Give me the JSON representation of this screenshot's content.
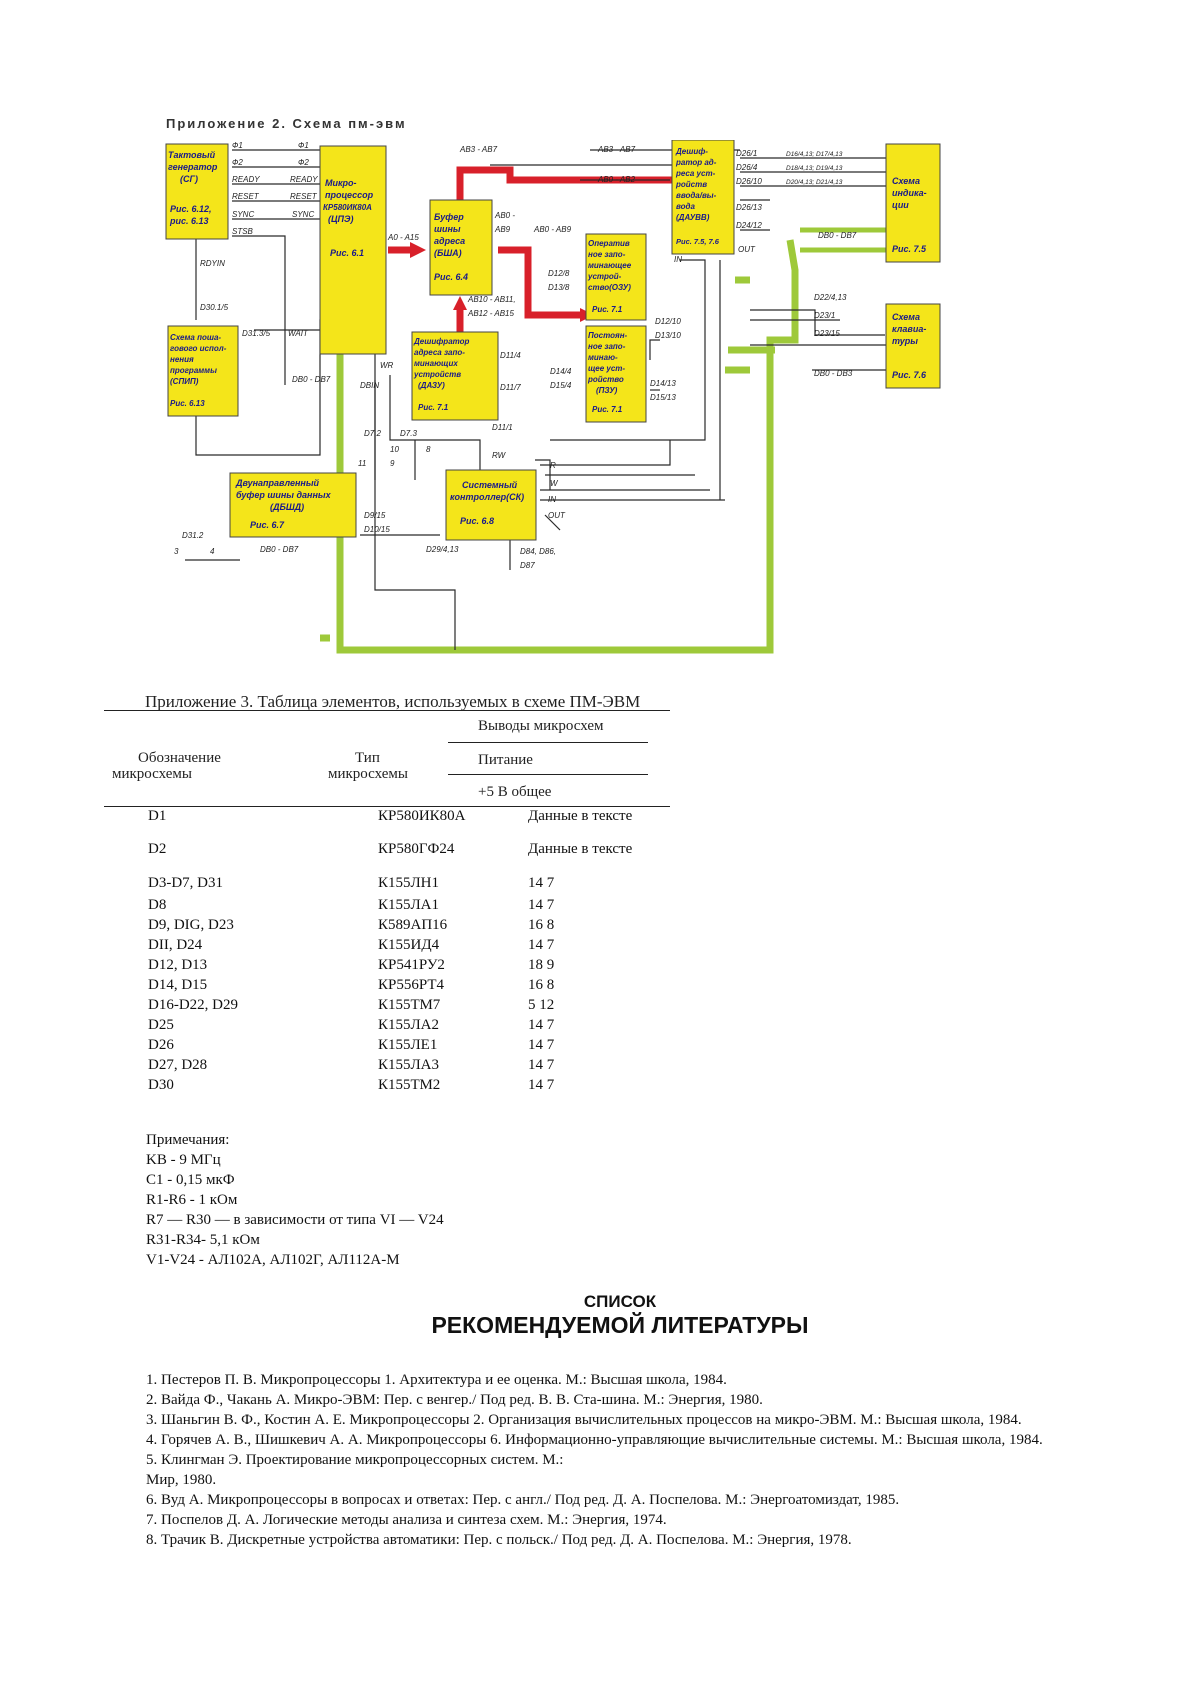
{
  "appendix2": {
    "caption": "Приложение 2. Схема пм-эвм",
    "blocks": {
      "clock": [
        "Тактовый",
        "генератор",
        "(СГ)",
        "Рис. 6.12,",
        "рис. 6.13"
      ],
      "cpu": [
        "Микро-",
        "процессор",
        "КР580ИК80А",
        "(ЦПЭ)",
        "Рис. 6.1"
      ],
      "step": [
        "Схема поша-",
        "гового испол-",
        "нения",
        "программы",
        "(СПИП)",
        "Рис. 6.13"
      ],
      "addrbuf": [
        "Буфер",
        "шины",
        "адреса",
        "(БША)",
        "Рис. 6.4"
      ],
      "ramdec": [
        "Дешифратор",
        "адреса запо-",
        "минающих",
        "устройств",
        "(ДАЗУ)",
        "Рис. 7.1"
      ],
      "ram": [
        "Оператив",
        "ное запо-",
        "минающее",
        "устрой-",
        "ство(ОЗУ)",
        "Рис. 7.1"
      ],
      "rom": [
        "Постоян-",
        "ное запо-",
        "минаю-",
        "щее уст-",
        "ройство",
        "(ПЗУ)",
        "Рис. 7.1"
      ],
      "iodec": [
        "Дешиф-",
        "ратор ад-",
        "реса уст-",
        "ройств",
        "ввода/вы-",
        "вода",
        "(ДАУВВ)",
        "Рис. 7.5, 7.6"
      ],
      "display": [
        "Схема",
        "индика-",
        "ции",
        "Рис. 7.5"
      ],
      "keyboard": [
        "Схема",
        "клавиа-",
        "туры",
        "Рис. 7.6"
      ],
      "databuf": [
        "Двунаправленный",
        "буфер шины данных",
        "(ДБШД)",
        "Рис. 6.7"
      ],
      "sysctl": [
        "Системный",
        "контроллер(СК)",
        "Рис. 6.8"
      ]
    },
    "signals": {
      "f1": "Ф1",
      "f2": "Ф2",
      "ready": "READY",
      "reset": "RESET",
      "sync": "SYNC",
      "stsb": "STSB",
      "rdyin": "RDYIN",
      "wait": "WAIT",
      "d30_5": "D30.1/5",
      "d31_5": "D31.3/5",
      "a0a15": "A0 - A15",
      "ab3ab7a": "AB3 - AB7",
      "ab3ab7b": "AB3 - AB7",
      "ab0ab2": "AB0 - AB2",
      "ab0": "AB0 -",
      "ab9": "AB9",
      "ab0ab9": "AB0 - AB9",
      "ab10": "AB10 - AB11,",
      "ab12": "AB12 - AB15",
      "d12_8": "D12/8",
      "d13_8": "D13/8",
      "d11_4": "D11/4",
      "d11_7": "D11/7",
      "d14_4": "D14/4",
      "d15_4": "D15/4",
      "d12_10": "D12/10",
      "d13_10": "D13/10",
      "d14_13": "D14/13",
      "d15_13": "D15/13",
      "d26_1": "D26/1",
      "d26_4": "D26/4",
      "d26_10": "D26/10",
      "d26_13": "D26/13",
      "d24_12": "D24/12",
      "rd1": "D16/4,13; D17/4,13",
      "rd2": "D18/4,13; D19/4,13",
      "rd3": "D20/4,13; D21/4,13",
      "db0db7a": "DB0 - DB7",
      "db0db7b": "DB0 - DB7",
      "db0db7c": "DB0 - DB7",
      "db0db3": "DB0 - DB3",
      "d22": "D22/4,13",
      "d23_1": "D23/1",
      "d23_15": "D23/15",
      "in": "IN",
      "out": "OUT",
      "wr": "WR",
      "dbin": "DBIN",
      "rw": "RW",
      "d7_2": "D7.2",
      "d7_3": "D7.3",
      "n10": "10",
      "n9": "9",
      "n8": "8",
      "n11": "11",
      "d11_1": "D11/1",
      "r": "R",
      "w": "W",
      "inb": "IN",
      "outb": "OUT",
      "d9_15": "D9/15",
      "d10_15": "D10/15",
      "d29": "D29/4,13",
      "d84": "D84, D86,",
      "d87": "D87",
      "d31_2": "D31.2",
      "n3": "3",
      "n4": "4",
      "f1b": "Ф1",
      "f2b": "Ф2",
      "readyb": "READY",
      "resetb": "RESET",
      "syncb": "SYNC"
    }
  },
  "appendix3": {
    "title": "Приложение 3. Таблица элементов, используемых в схеме ПМ-ЭВМ",
    "headers": {
      "designation": "Обозначение",
      "designation2": "микросхемы",
      "type": "Тип",
      "type2": "микросхемы",
      "pins": "Выводы микросхем",
      "power": "Питание",
      "power_sub": "+5 В общее"
    },
    "rows": [
      {
        "d": "D1",
        "t": "КР580ИК80А",
        "p": "Данные в тексте"
      },
      {
        "d": "D2",
        "t": "КР580ГФ24",
        "p": "Данные в тексте"
      },
      {
        "d": "D3-D7, D31",
        "t": "К155ЛН1",
        "p": "14 7"
      },
      {
        "d": "D8",
        "t": "К155ЛА1",
        "p": "14 7"
      },
      {
        "d": "D9, DIG, D23",
        "t": "К589АП16",
        "p": "16 8"
      },
      {
        "d": "DII, D24",
        "t": "К155ИД4",
        "p": "14 7"
      },
      {
        "d": "D12, D13",
        "t": "КР541РУ2",
        "p": "18 9"
      },
      {
        "d": "D14, D15",
        "t": "КР556РТ4",
        "p": "16 8"
      },
      {
        "d": "D16-D22, D29",
        "t": "К155ТМ7",
        "p": "5 12"
      },
      {
        "d": "D25",
        "t": "К155ЛА2",
        "p": "14 7"
      },
      {
        "d": "D26",
        "t": "К155ЛЕ1",
        "p": "14 7"
      },
      {
        "d": "D27, D28",
        "t": "К155ЛА3",
        "p": "14 7"
      },
      {
        "d": "D30",
        "t": "К155ТМ2",
        "p": "14 7"
      }
    ]
  },
  "notes": [
    "Примечания:",
    "KB - 9 МГц",
    "C1 - 0,15 мкФ",
    "R1-R6 - 1 кОм",
    "R7 — R30 — в зависимости от типа VI — V24",
    "R31-R34- 5,1 кОм",
    "V1-V24 - АЛ102А, АЛ102Г, АЛ112А-М"
  ],
  "literature": {
    "title1": "СПИСОК",
    "title2": "РЕКОМЕНДУЕМОЙ ЛИТЕРАТУРЫ",
    "refs": [
      "1. Пестеров П. В. Микропроцессоры 1. Архитектура и ее оценка. М.: Высшая школа, 1984.",
      "2. Вайда Ф., Чакань А. Микро-ЭВМ: Пер. с венгер./ Под ред. В. В. Ста-шина. М.: Энергия, 1980.",
      "3. Шаньгин В. Ф., Костин А. Е. Микропроцессоры 2. Организация вычислительных процессов на микро-ЭВМ. М.: Высшая школа, 1984.",
      "4. Горячев А. В., Шишкевич А. А. Микропроцессоры 6. Информационно-управляющие вычислительные системы. М.: Высшая школа, 1984.",
      "5. Клингман Э. Проектирование микропроцессорных систем. М.:",
      "Мир, 1980.",
      "6. Вуд А. Микропроцессоры в вопросах и ответах: Пер. с англ./ Под ред. Д. А. Поспелова. М.: Энергоатомиздат, 1985.",
      "7. Поспелов Д. А. Логические методы анализа и синтеза схем. М.: Энергия, 1974.",
      "8. Трачик В. Дискретные устройства автоматики: Пер. с польск./ Под ред. Д. А. Поспелова. М.: Энергия, 1978."
    ]
  },
  "colors": {
    "block": "#f4e51a",
    "address_bus": "#d8202a",
    "data_bus": "#9ec93a",
    "line": "#2a2a2a"
  }
}
